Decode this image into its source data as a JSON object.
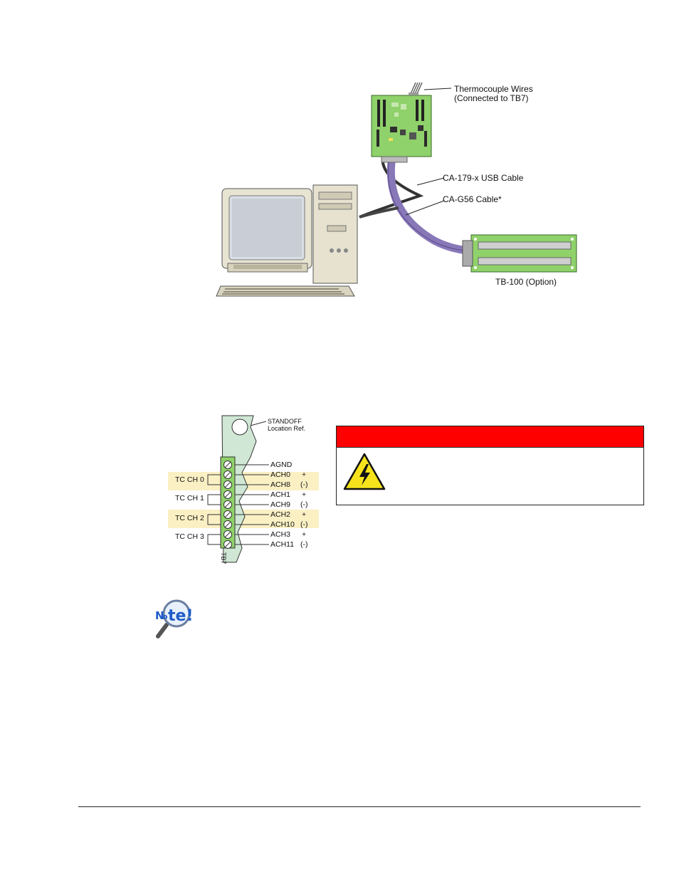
{
  "system_diagram": {
    "thermocouple_wires_line1": "Thermocouple Wires",
    "thermocouple_wires_line2": "(Connected to TB7)",
    "usb_cable": "CA-179-x USB Cable",
    "g56_cable": "CA-G56 Cable*",
    "tb100": "TB-100 (Option)"
  },
  "tb7_diagram": {
    "standoff_line1": "STANDOFF",
    "standoff_line2": "Location Ref.",
    "board_label": "TB7",
    "terminals": [
      {
        "name": "AGND",
        "polarity": ""
      },
      {
        "name": "ACH0",
        "polarity": "+"
      },
      {
        "name": "ACH8",
        "polarity": "(-)"
      },
      {
        "name": "ACH1",
        "polarity": "+"
      },
      {
        "name": "ACH9",
        "polarity": "(-)"
      },
      {
        "name": "ACH2",
        "polarity": "+"
      },
      {
        "name": "ACH10",
        "polarity": "(-)"
      },
      {
        "name": "ACH3",
        "polarity": "+"
      },
      {
        "name": "ACH11",
        "polarity": "(-)"
      }
    ],
    "channels": [
      "TC CH 0",
      "TC CH 1",
      "TC CH 2",
      "TC CH 3"
    ]
  },
  "warning": {
    "icon": "electric-shock-warning-icon",
    "bar_color": "#ff0000"
  },
  "note": {
    "icon": "note-magnifier-icon",
    "logo_text": "Note!"
  },
  "colors": {
    "board_green": "#8fd16a",
    "cable_purple": "#8878b8",
    "highlight": "#fbf0c4",
    "tb_body": "#cfe7d4"
  }
}
